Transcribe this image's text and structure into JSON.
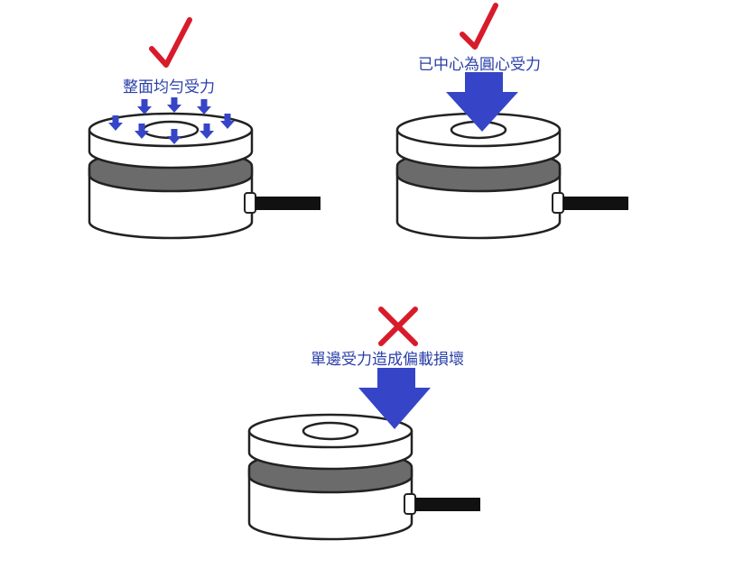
{
  "panels": [
    {
      "label": "整面均勻受力",
      "status": "correct",
      "mark_icon": "check-icon"
    },
    {
      "label": "已中心為圓心受力",
      "status": "correct",
      "mark_icon": "check-icon"
    },
    {
      "label": "單邊受力造成偏載損壞",
      "status": "wrong",
      "mark_icon": "cross-icon"
    }
  ],
  "colors": {
    "check": "#d81b2a",
    "cross": "#d81b2a",
    "arrow": "#3645c8",
    "label": "#2a3fa8",
    "gap": "#6b6b6b",
    "cable": "#111111"
  }
}
